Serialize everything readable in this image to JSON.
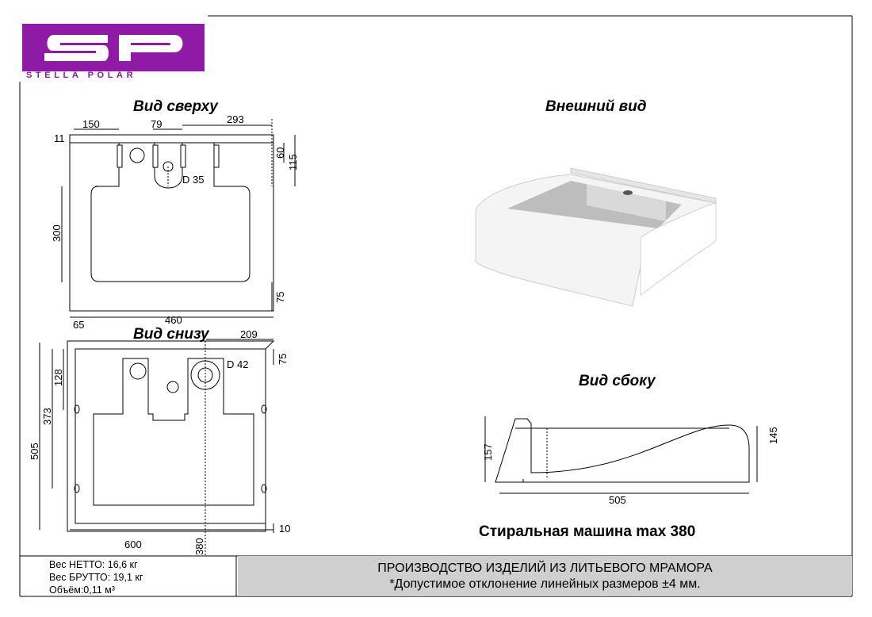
{
  "logo": {
    "initials": "SP",
    "brand": "STELLA POLAR"
  },
  "views": {
    "top": "Вид сверху",
    "bottom": "Вид снизу",
    "external": "Внешний вид",
    "side": "Вид сбоку"
  },
  "top_dims": {
    "d150": "150",
    "d79": "79",
    "d293": "293",
    "d11": "11",
    "d60": "60",
    "d115": "115",
    "d300": "300",
    "d75": "75",
    "d65": "65",
    "d460": "460",
    "hole": "D 35"
  },
  "bottom_dims": {
    "d209": "209",
    "d75": "75",
    "d128": "128",
    "d373": "373",
    "d505": "505",
    "d600": "600",
    "d380": "380",
    "d10": "10",
    "hole": "D 42"
  },
  "side_dims": {
    "d157": "157",
    "d145": "145",
    "d505": "505"
  },
  "machine_note": "Стиральная машина max 380",
  "specs": [
    "Вес НЕТТО: 16,6 кг",
    "Вес БРУТТО: 19,1 кг",
    "Объём:0,11 м³"
  ],
  "footer": {
    "line1": "ПРОИЗВОДСТВО ИЗДЕЛИЙ ИЗ ЛИТЬЕВОГО МРАМОРА",
    "line2": "*Допустимое отклонение линейных размеров ±4 мм."
  }
}
